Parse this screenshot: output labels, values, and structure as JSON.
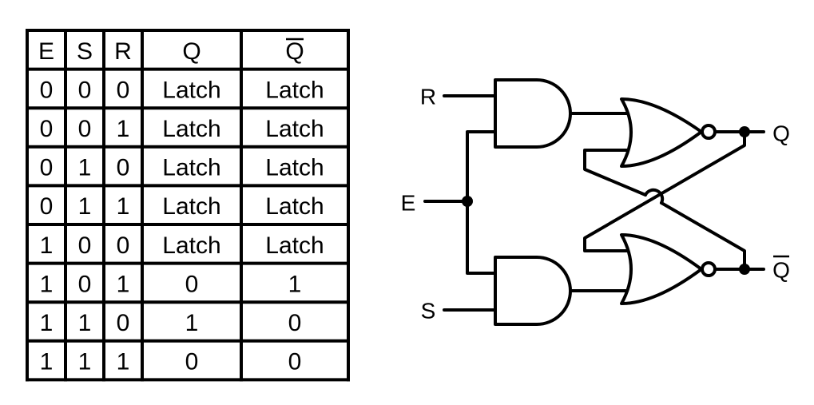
{
  "truth_table": {
    "headers": [
      "E",
      "S",
      "R",
      "Q",
      "Q"
    ],
    "rows": [
      [
        "0",
        "0",
        "0",
        "Latch",
        "Latch"
      ],
      [
        "0",
        "0",
        "1",
        "Latch",
        "Latch"
      ],
      [
        "0",
        "1",
        "0",
        "Latch",
        "Latch"
      ],
      [
        "0",
        "1",
        "1",
        "Latch",
        "Latch"
      ],
      [
        "1",
        "0",
        "0",
        "Latch",
        "Latch"
      ],
      [
        "1",
        "0",
        "1",
        "0",
        "1"
      ],
      [
        "1",
        "1",
        "0",
        "1",
        "0"
      ],
      [
        "1",
        "1",
        "1",
        "0",
        "0"
      ]
    ]
  },
  "circuit": {
    "inputs": {
      "r": "R",
      "e": "E",
      "s": "S"
    },
    "outputs": {
      "q": "Q",
      "q_bar": "Q"
    }
  }
}
